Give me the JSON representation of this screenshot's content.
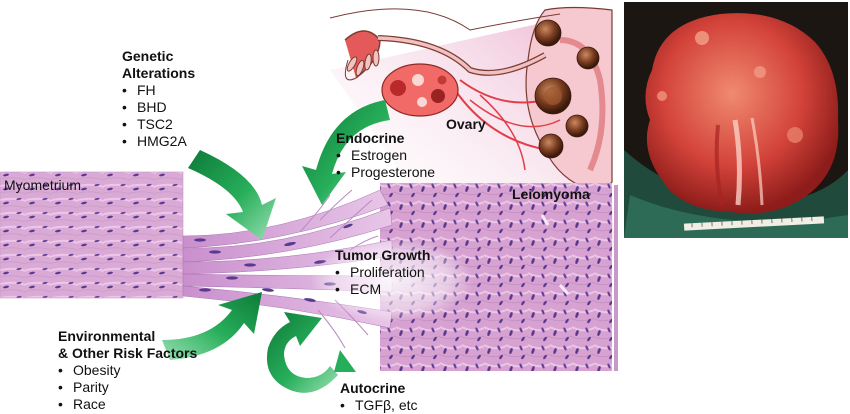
{
  "genetic": {
    "title_line1": "Genetic",
    "title_line2": "Alterations",
    "items": [
      "FH",
      "BHD",
      "TSC2",
      "HMG2A"
    ]
  },
  "endocrine": {
    "title": "Endocrine",
    "items": [
      "Estrogen",
      "Progesterone"
    ]
  },
  "tumor": {
    "title": "Tumor Growth",
    "items": [
      "Proliferation",
      "ECM"
    ]
  },
  "environmental": {
    "title_line1": "Environmental",
    "title_line2": "& Other Risk Factors",
    "items": [
      "Obesity",
      "Parity",
      "Race"
    ]
  },
  "autocrine": {
    "title": "Autocrine",
    "items": [
      "TGFβ, etc"
    ]
  },
  "tissue_labels": {
    "myometrium": "Myometrium",
    "leiomyoma": "Leiomyoma",
    "ovary": "Ovary"
  },
  "colors": {
    "arrow_green": "#1e9a4a",
    "tissue_pink": "#d9a5d2",
    "nucleus_purple": "#5a3a8e",
    "fibroid_red": "#d3433a",
    "photo_bg": "#1b1611"
  }
}
